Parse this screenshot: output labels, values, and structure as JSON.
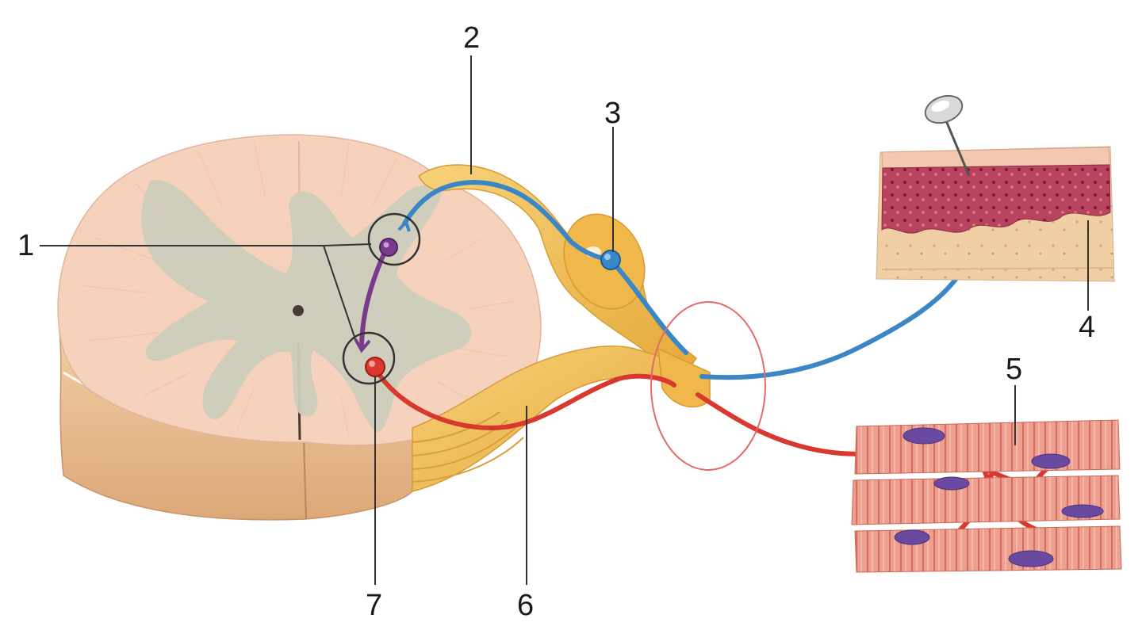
{
  "diagram": {
    "labels": [
      {
        "id": "1",
        "text": "1"
      },
      {
        "id": "2",
        "text": "2"
      },
      {
        "id": "3",
        "text": "3"
      },
      {
        "id": "4",
        "text": "4"
      },
      {
        "id": "5",
        "text": "5"
      },
      {
        "id": "6",
        "text": "6"
      },
      {
        "id": "7",
        "text": "7"
      }
    ],
    "colors": {
      "white_matter": "#f6d2bd",
      "gray_matter": "#ccccbc",
      "cord_side": "#e9b98a",
      "nerve": "#f2c056",
      "sensory_neuron": "#3b86c6",
      "motor_neuron": "#d8382d",
      "interneuron": "#7a3b8c",
      "highlight_circle": "#e26a6a",
      "leader_line": "#333333",
      "skin_epidermis": "#b8465c",
      "muscle": "#e3877a",
      "muscle_nucleus": "#6a4aa0"
    },
    "icons": [
      "pin-icon"
    ]
  }
}
